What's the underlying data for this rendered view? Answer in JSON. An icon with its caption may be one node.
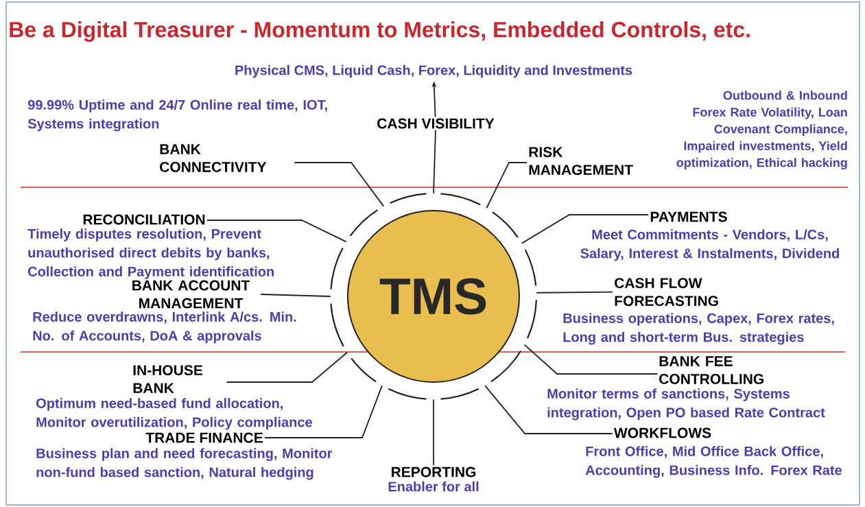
{
  "diagram": {
    "title": "Be a Digital Treasurer - Momentum to Metrics, Embedded Controls, etc.",
    "nodes": [
      {
        "text": [
          "TMS"
        ]
      },
      {
        "text": [
          "CASH VISIBILITY"
        ]
      },
      {
        "text": [
          "Physical CMS, Liquid Cash, Forex, Liquidity and Investments"
        ]
      },
      {
        "text": [
          "99.99% Uptime and 24/7 Online real time, IOT, Systems integration",
          "BANK CONNECTIVITY"
        ]
      },
      {
        "text": [
          "RISK MANAGEMENT",
          "Outbound & Inbound Forex Rate Volatility, Loan Covenant Compliance, Impaired investments, Yield optimization, Ethical hacking"
        ]
      },
      {
        "text": [
          "RECONCILIATION",
          "Timely disputes resolution, Prevent unauthorised direct debits by banks, Collection and Payment identification"
        ]
      },
      {
        "text": [
          "PAYMENTS",
          "Meet Commitments - Vendors, L/Cs, Salary, Interest & Instalments, Dividend"
        ]
      },
      {
        "text": [
          "BANK ACCOUNT MANAGEMENT",
          "Reduce overdrawns, Interlink A/cs. Min. No. of Accounts, DoA & approvals"
        ]
      },
      {
        "text": [
          "CASH FLOW FORECASTING",
          "Business operations, Capex, Forex rates, Long and short-term Bus. strategies"
        ]
      },
      {
        "text": [
          "IN-HOUSE BANK",
          "Optimum need-based fund allocation, Monitor overutilization, Policy compliance"
        ]
      },
      {
        "text": [
          "BANK FEE CONTROLLING",
          "Monitor terms of sanctions, Systems integration, Open PO based Rate Contract"
        ]
      },
      {
        "text": [
          "TRADE FINANCE",
          "Business plan and need forecasting, Monitor non-fund based sanction, Natural hedging"
        ]
      },
      {
        "text": [
          "WORKFLOWS",
          "Front Office, Mid Office Back Office, Accounting, Business Info. Forex Rate"
        ]
      },
      {
        "text": [
          "REPORTING",
          "Enabler  for all"
        ]
      }
    ],
    "edges": [
      {
        "from": 0,
        "to": 1,
        "arrow": "none"
      },
      {
        "from": 1,
        "to": 2,
        "arrow": "to"
      },
      {
        "from": 0,
        "to": 3,
        "arrow": "none"
      },
      {
        "from": 0,
        "to": 4,
        "arrow": "none"
      },
      {
        "from": 0,
        "to": 5,
        "arrow": "none"
      },
      {
        "from": 0,
        "to": 6,
        "arrow": "none"
      },
      {
        "from": 0,
        "to": 7,
        "arrow": "none"
      },
      {
        "from": 0,
        "to": 8,
        "arrow": "none"
      },
      {
        "from": 0,
        "to": 9,
        "arrow": "none"
      },
      {
        "from": 0,
        "to": 10,
        "arrow": "none"
      },
      {
        "from": 0,
        "to": 11,
        "arrow": "none"
      },
      {
        "from": 0,
        "to": 12,
        "arrow": "none"
      },
      {
        "from": 0,
        "to": 13,
        "arrow": "none"
      }
    ]
  }
}
